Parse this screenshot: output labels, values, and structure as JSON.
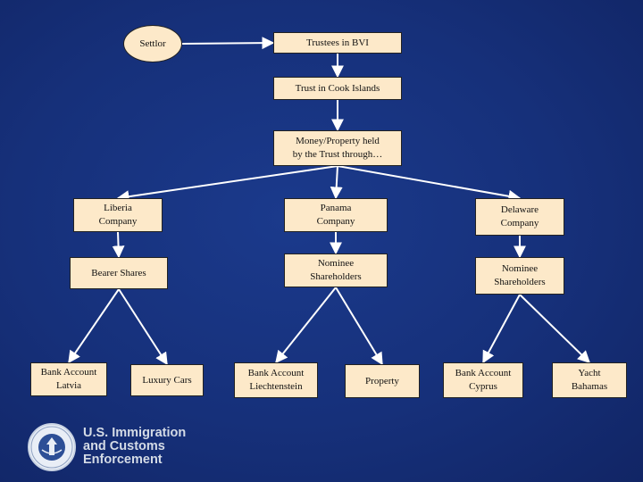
{
  "diagram": {
    "nodes": {
      "settlor": "Settlor",
      "trustees_bvi": "Trustees in BVI",
      "trust_cook": "Trust in Cook Islands",
      "money_property": "Money/Property held\nby the Trust through…",
      "liberia": "Liberia\nCompany",
      "panama": "Panama\nCompany",
      "delaware": "Delaware\nCompany",
      "bearer_shares": "Bearer Shares",
      "nominee_1": "Nominee\nShareholders",
      "nominee_2": "Nominee\nShareholders",
      "bank_latvia": "Bank Account\nLatvia",
      "luxury_cars": "Luxury Cars",
      "bank_liechtenstein": "Bank Account\nLiechtenstein",
      "property": "Property",
      "bank_cyprus": "Bank Account\nCyprus",
      "yacht_bahamas": "Yacht\nBahamas"
    },
    "edges": [
      [
        "settlor",
        "trustees_bvi"
      ],
      [
        "trustees_bvi",
        "trust_cook"
      ],
      [
        "trust_cook",
        "money_property"
      ],
      [
        "money_property",
        "liberia"
      ],
      [
        "money_property",
        "panama"
      ],
      [
        "money_property",
        "delaware"
      ],
      [
        "liberia",
        "bearer_shares"
      ],
      [
        "panama",
        "nominee_1"
      ],
      [
        "delaware",
        "nominee_2"
      ],
      [
        "bearer_shares",
        "bank_latvia"
      ],
      [
        "bearer_shares",
        "luxury_cars"
      ],
      [
        "nominee_1",
        "bank_liechtenstein"
      ],
      [
        "nominee_1",
        "property"
      ],
      [
        "nominee_2",
        "bank_cyprus"
      ],
      [
        "nominee_2",
        "yacht_bahamas"
      ]
    ],
    "colors": {
      "background": "#16307a",
      "box_fill": "#fde9c9",
      "arrow": "#ffffff"
    }
  },
  "footer": {
    "agency_name": "U.S. Immigration\nand Customs\nEnforcement",
    "seal_icon": "dhs-seal-icon"
  }
}
